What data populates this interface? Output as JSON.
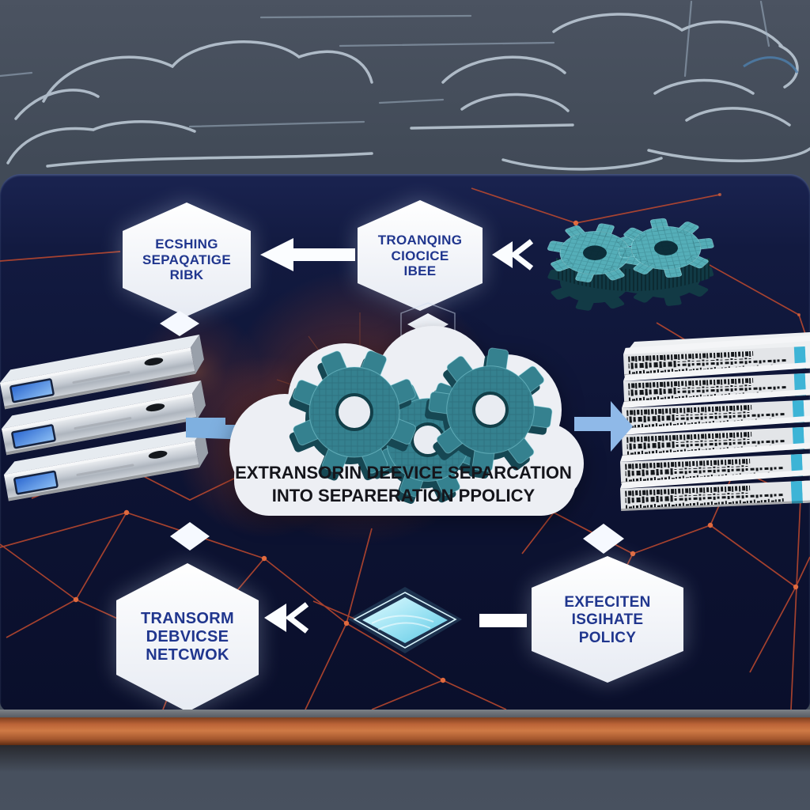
{
  "title": "Device separation policy concept illustration on tablet",
  "background": {
    "desk_color": "#434c5a",
    "sketch_cloud_color": "#c9d6e2",
    "sketch_accent_color": "#4d7fae",
    "sketch_icons": [
      "sketched-clouds"
    ]
  },
  "tablet": {
    "screen_color": "#0d1333",
    "edge_color": "#bc6438",
    "mesh_color": "#c14a2e",
    "glow_color": "#e06a32"
  },
  "diagram": {
    "hexagons": [
      {
        "id": "top-left",
        "lines": [
          "ECSHING",
          "SEPAQATIGE",
          "RIBK"
        ],
        "fill": "#f2f4f9",
        "text_color": "#20368e"
      },
      {
        "id": "top-right",
        "lines": [
          "TROANQING",
          "CIOCICE",
          "IBEE"
        ],
        "fill": "#f2f4f9",
        "text_color": "#20368e"
      },
      {
        "id": "bottom-left",
        "lines": [
          "TRANSORM",
          "DEBVICSE",
          "NETCWOK"
        ],
        "fill": "#f2f4f9",
        "text_color": "#20368e"
      },
      {
        "id": "bottom-right",
        "lines": [
          "EXFECITEN",
          "ISGIHATE",
          "POLICY"
        ],
        "fill": "#f2f4f9",
        "text_color": "#20368e"
      }
    ],
    "cloud_banner": {
      "lines": [
        "EXTRANSORIN DEEVICE SEPARCATION",
        "INTO SEPARERATION PPOLICY"
      ],
      "fill": "#edeff4",
      "text_color": "#15151b"
    },
    "icons": [
      {
        "name": "gears-icon",
        "color": "#35818f"
      },
      {
        "name": "gear-cluster-icon",
        "color": "#55aeb8"
      },
      {
        "name": "server-stack-left-icon",
        "count": 3,
        "color": "#c3c9d1",
        "screen_color": "#2a66cf"
      },
      {
        "name": "server-rack-right-icon",
        "count": 6,
        "accent": "#3db4d6"
      },
      {
        "name": "cyan-diamond-icon",
        "color": "#8fdcef"
      },
      {
        "name": "white-diamond-connector",
        "count": 4,
        "color": "#f6f9ff"
      },
      {
        "name": "left-arrow-icon",
        "color": "#ffffff"
      },
      {
        "name": "double-left-arrow-icon",
        "count": 2,
        "color": "#ffffff"
      },
      {
        "name": "right-arrow-icon",
        "color": "#8fb9e8"
      },
      {
        "name": "step-connector-icon",
        "color": "#7fb0e0"
      },
      {
        "name": "dash-connector-icon",
        "color": "#ffffff"
      }
    ]
  }
}
